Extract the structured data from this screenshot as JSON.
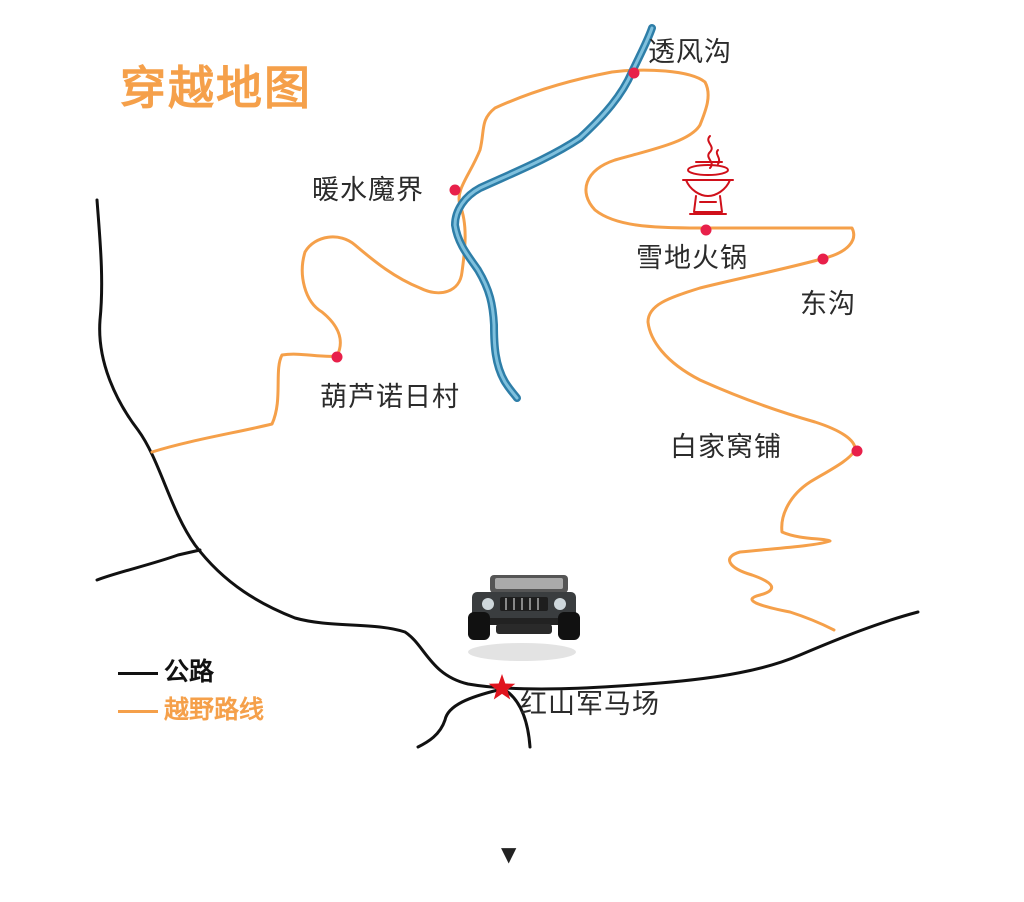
{
  "title": "穿越地图",
  "colors": {
    "title": "#f5a04a",
    "road": "#111111",
    "offroad": "#f5a04a",
    "river": "#3d8fb5",
    "marker": "#e8204a",
    "start_star": "#e0141e",
    "hotpot_icon": "#d0101a"
  },
  "places": {
    "toufenggou": "透风沟",
    "nuanshui": "暖水魔界",
    "xuedi": "雪地火锅",
    "donggou": "东沟",
    "hulu": "葫芦诺日村",
    "baijia": "白家窝铺",
    "start": "红山军马场"
  },
  "legend": {
    "road_label": "公路",
    "offroad_label": "越野路线"
  },
  "icons": {
    "vehicle": "jeep-icon",
    "hotpot": "hotpot-icon",
    "start": "star-icon",
    "scroll": "down-triangle-icon"
  },
  "footer": {
    "arrow": "▼"
  }
}
